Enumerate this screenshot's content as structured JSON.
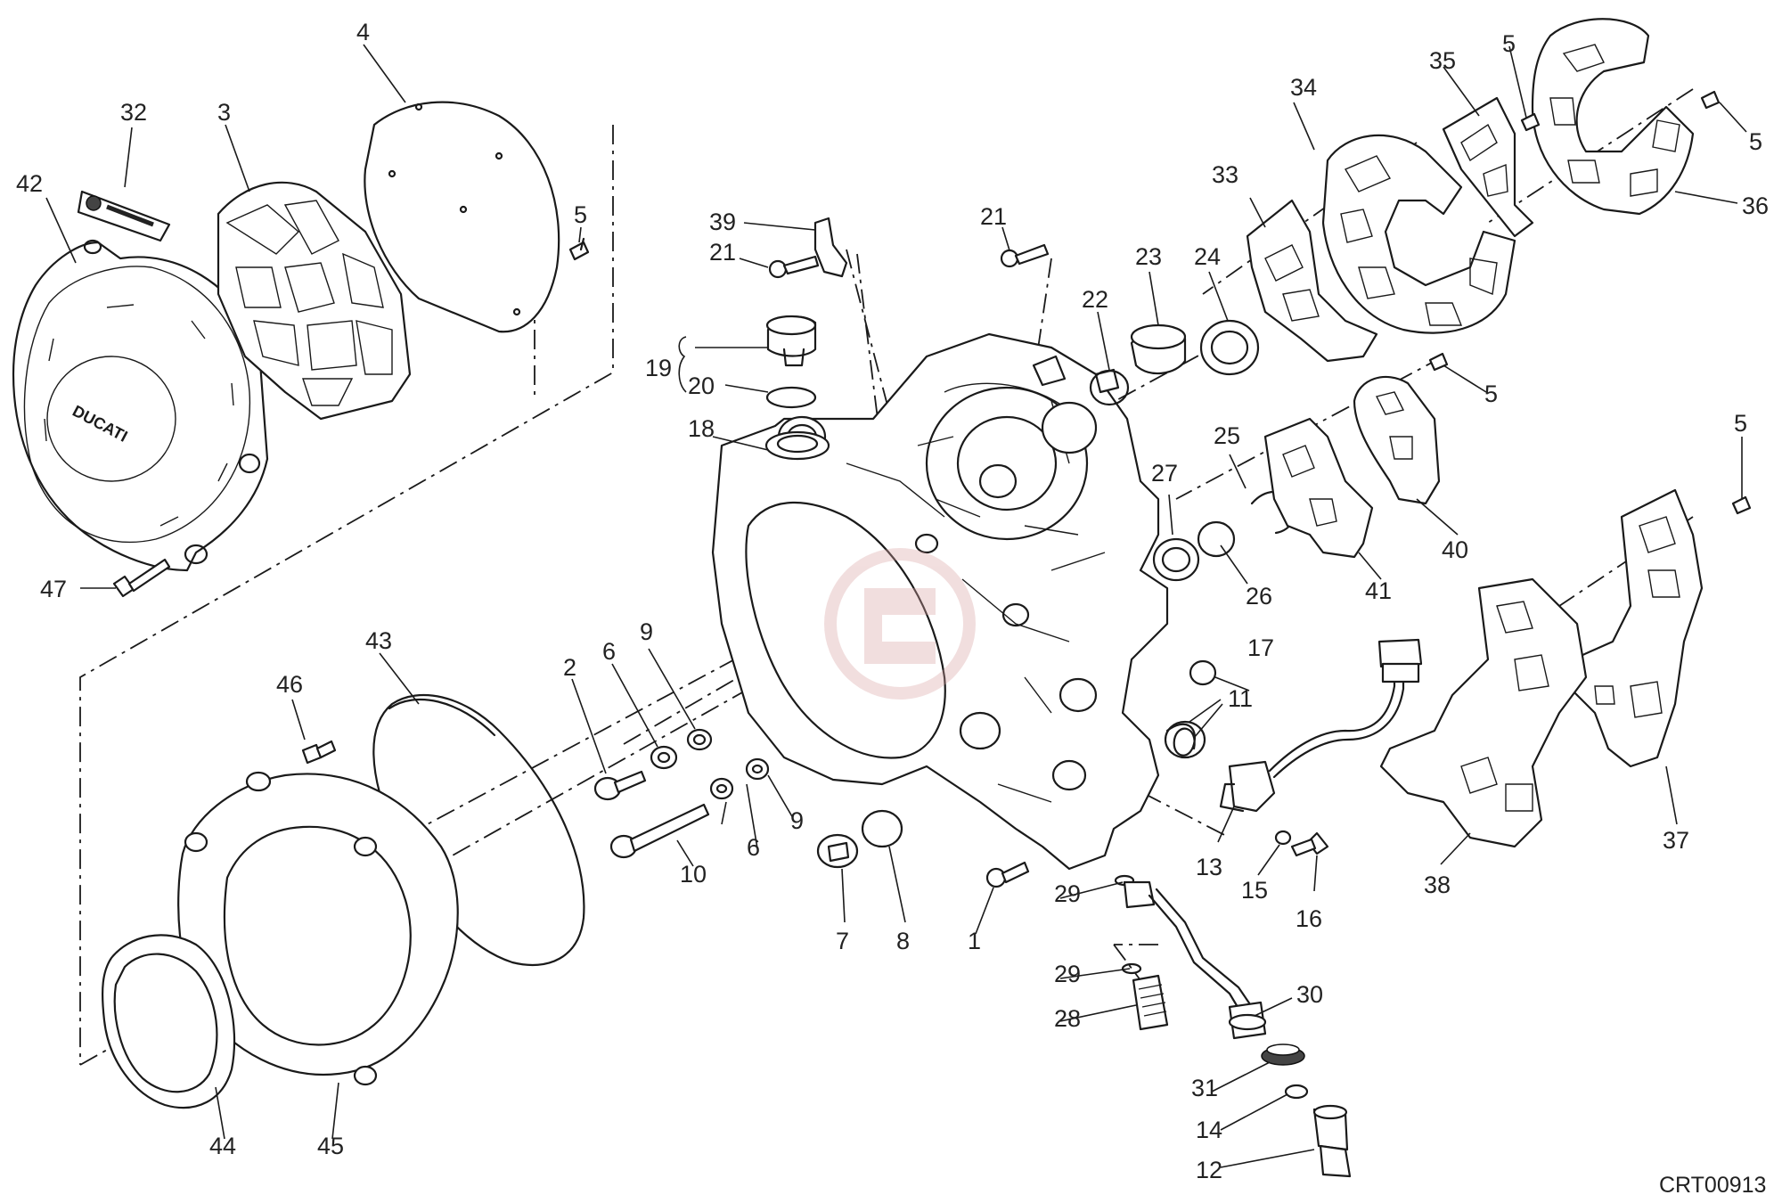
{
  "diagram": {
    "drawing_code": "CRT00913",
    "cover_logo": "DUCATI",
    "brand_colors": {
      "ink": "#1a1a1a",
      "watermark": "#d9a3a3",
      "background": "#ffffff"
    },
    "labels": {
      "l1": "1",
      "l2": "2",
      "l3": "3",
      "l4": "4",
      "l5a": "5",
      "l5b": "5",
      "l5c": "5",
      "l5d": "5",
      "l5e": "5",
      "l6a": "6",
      "l6b": "6",
      "l7": "7",
      "l8": "8",
      "l9a": "9",
      "l9b": "9",
      "l10": "10",
      "l11": "11",
      "l12": "12",
      "l13": "13",
      "l14": "14",
      "l15": "15",
      "l16": "16",
      "l17": "17",
      "l18": "18",
      "l19": "19",
      "l20": "20",
      "l21a": "21",
      "l21b": "21",
      "l22": "22",
      "l23": "23",
      "l24": "24",
      "l25": "25",
      "l26": "26",
      "l27": "27",
      "l28": "28",
      "l29a": "29",
      "l29b": "29",
      "l30": "30",
      "l31": "31",
      "l32": "32",
      "l33": "33",
      "l34": "34",
      "l35": "35",
      "l36": "36",
      "l37": "37",
      "l38": "38",
      "l39": "39",
      "l40": "40",
      "l41": "41",
      "l42": "42",
      "l43": "43",
      "l44": "44",
      "l45": "45",
      "l46": "46",
      "l47": "47"
    }
  }
}
